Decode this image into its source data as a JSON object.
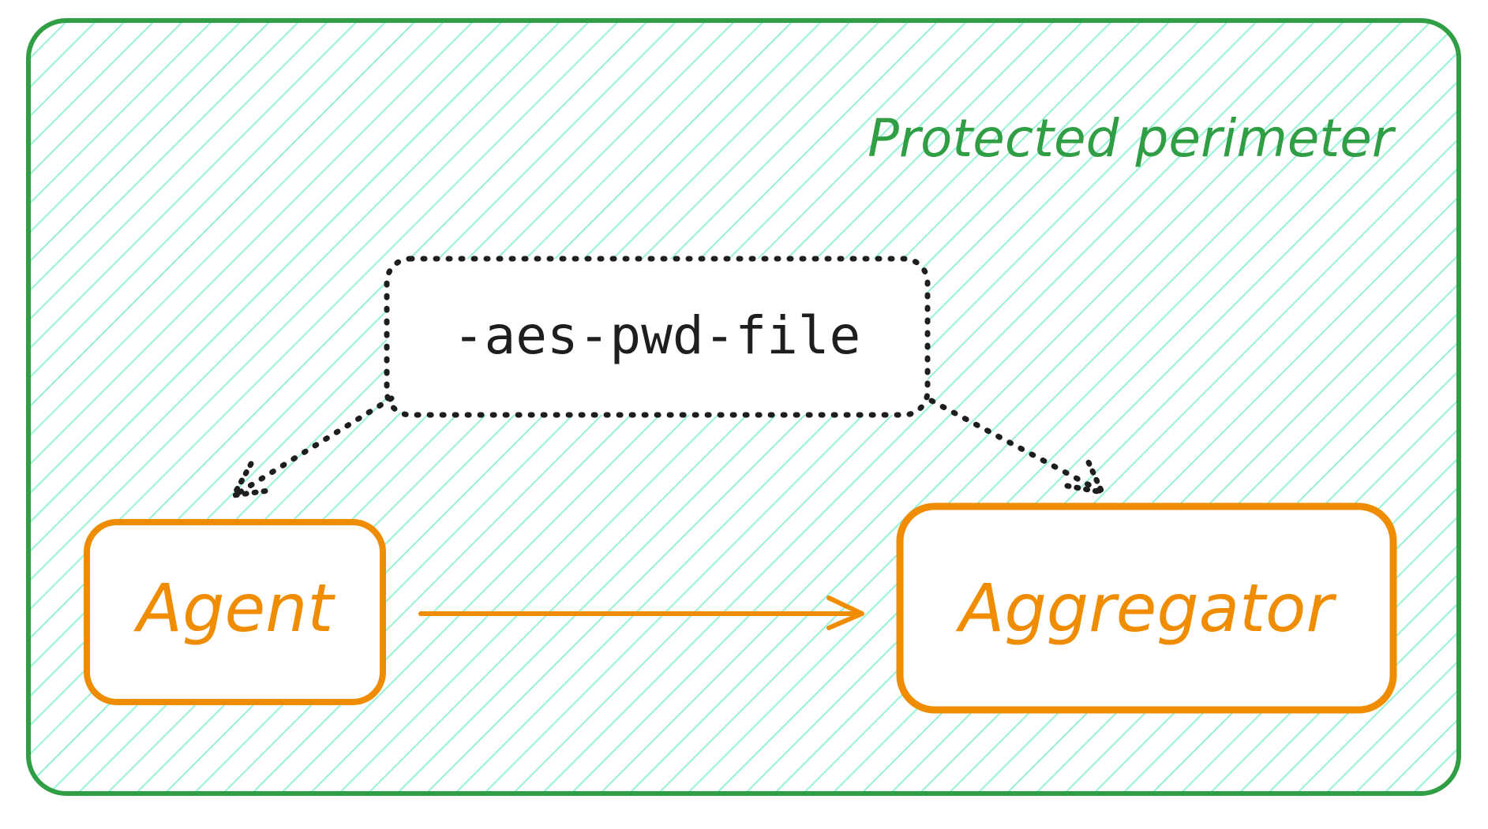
{
  "diagram": {
    "perimeter": {
      "label": "Protected perimeter",
      "stroke_color": "#2f9e44",
      "hatch_color": "#96f2d7"
    },
    "config_flag": {
      "label": "-aes-pwd-file",
      "stroke_color": "#1e1e1e"
    },
    "nodes": {
      "agent": {
        "label": "Agent"
      },
      "aggregator": {
        "label": "Aggregator"
      },
      "stroke_color": "#f08c00"
    },
    "edges": [
      {
        "from": "config_flag",
        "to": "agent",
        "style": "dotted"
      },
      {
        "from": "config_flag",
        "to": "aggregator",
        "style": "dotted"
      },
      {
        "from": "agent",
        "to": "aggregator",
        "style": "solid"
      }
    ]
  }
}
